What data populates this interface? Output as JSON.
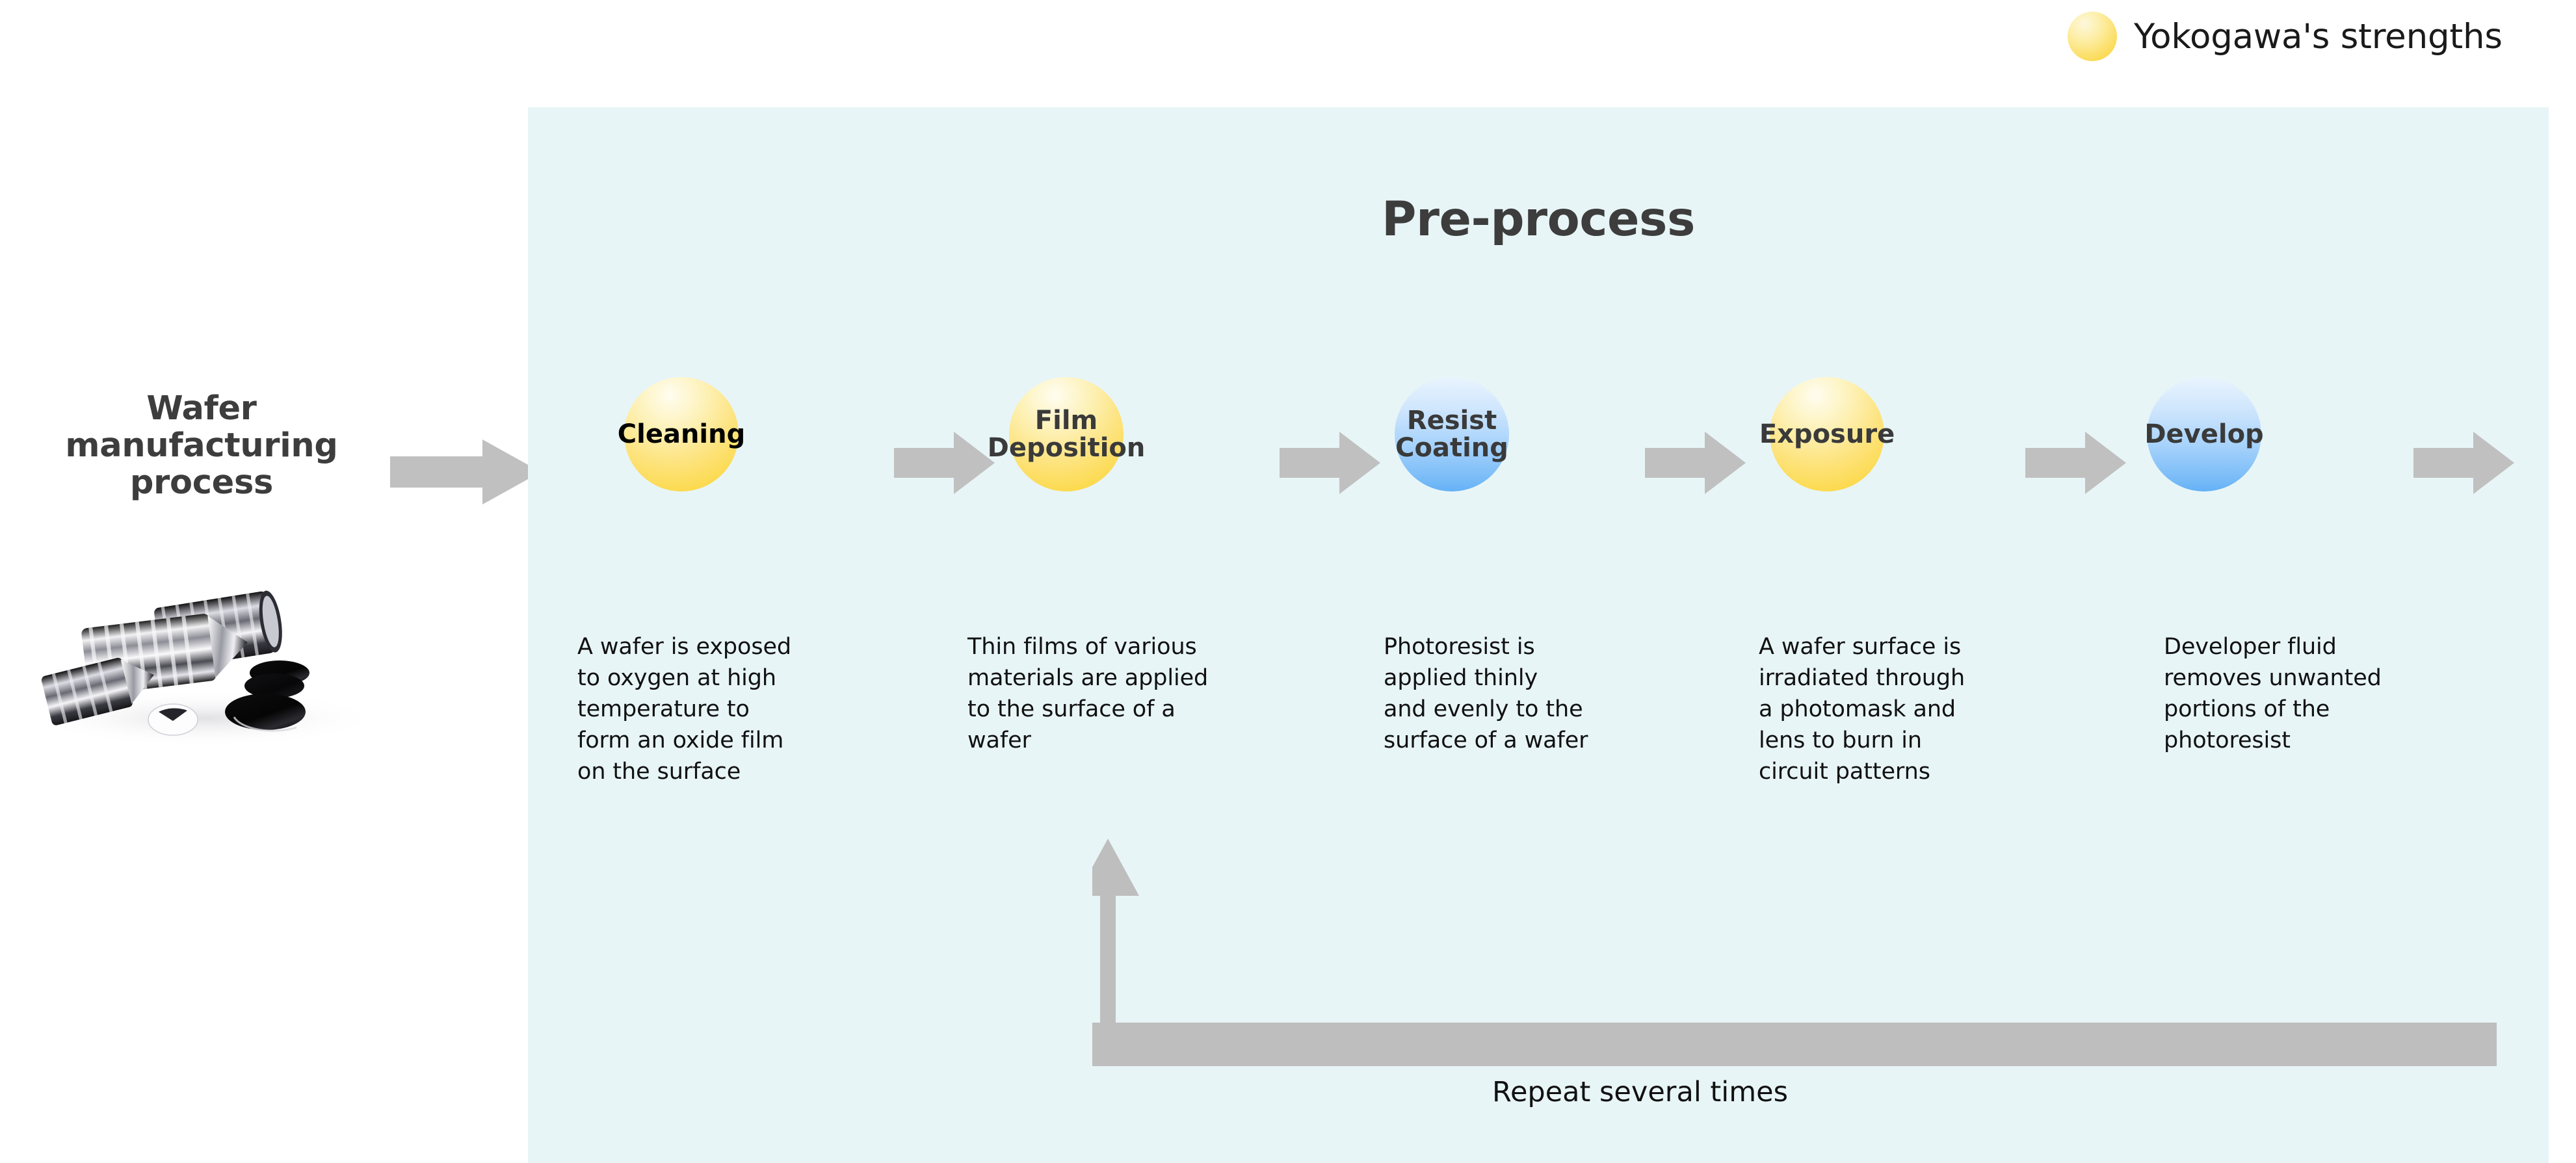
{
  "legend": {
    "marker_color": "#fbd63f",
    "label": "Yokogawa's strengths"
  },
  "left_section": {
    "title": "Wafer\nmanufacturing\nprocess",
    "image_alt": "silicon ingots and wafers"
  },
  "panel": {
    "title": "Pre-process",
    "background_color": "#e8f5f7"
  },
  "flow": {
    "arrow_color": "#c0c0c0",
    "steps": [
      {
        "label": "Cleaning",
        "color": "yellow",
        "highlight": true,
        "description": "A wafer is exposed\nto oxygen at high\ntemperature to\nform an oxide film\non the surface"
      },
      {
        "label": "Film\nDeposition",
        "color": "yellow",
        "highlight": true,
        "description": "Thin films of various\nmaterials are applied\nto the surface of a\nwafer"
      },
      {
        "label": "Resist\nCoating",
        "color": "blue",
        "highlight": false,
        "description": "Photoresist is\napplied thinly\nand evenly to the\nsurface of a wafer"
      },
      {
        "label": "Exposure",
        "color": "yellow",
        "highlight": true,
        "description": "A wafer surface is\nirradiated through\na photomask and\nlens to burn in\ncircuit patterns"
      },
      {
        "label": "Develop",
        "color": "blue",
        "highlight": false,
        "description": "Developer fluid\nremoves unwanted\nportions of the\nphotoresist"
      }
    ]
  },
  "feedback_loop": {
    "label": "Repeat several times",
    "color": "#bebebe"
  }
}
